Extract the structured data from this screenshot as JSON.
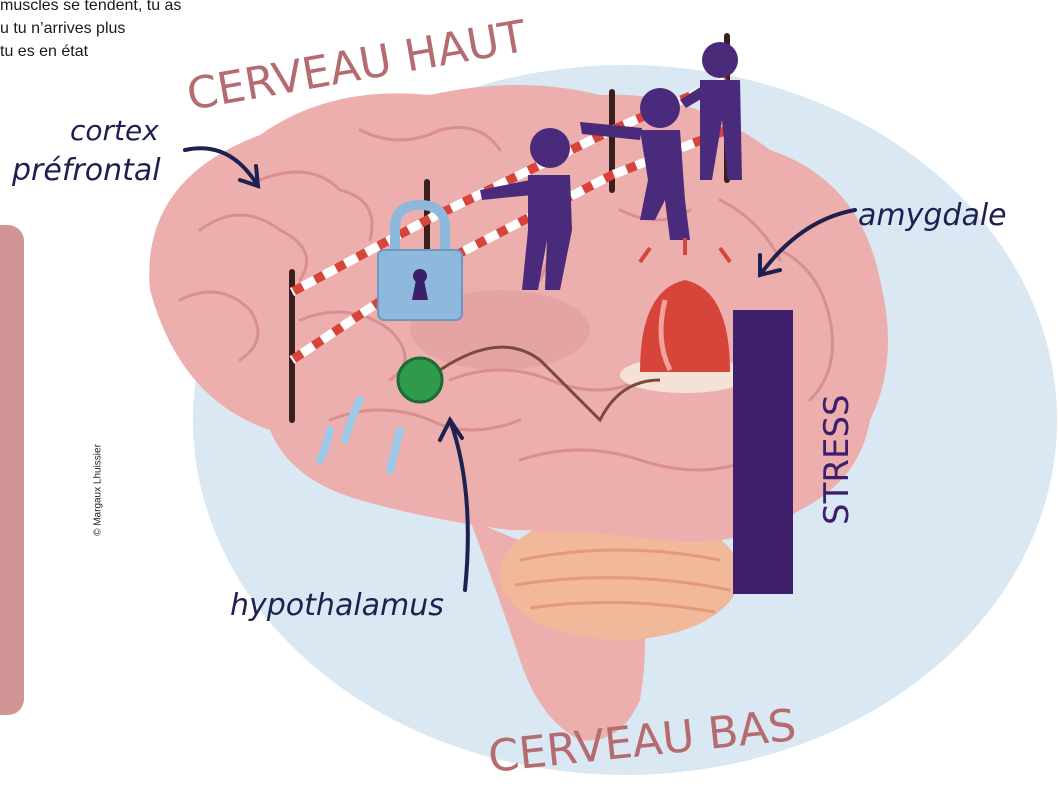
{
  "intro": {
    "lines": [
      "muscles se tendent, tu as",
      "u tu n’arrives plus",
      "tu es en état"
    ]
  },
  "credit": "© Margaux Lhuissier",
  "labels": {
    "cerveau_haut": "CERVEAU HAUT",
    "cerveau_bas": "CERVEAU BAS",
    "cortex_line1": "cortex",
    "cortex_line2": "préfrontal",
    "amygdale": "amygdale",
    "hypothalamus": "hypothalamus",
    "stress": "STRESS"
  },
  "colors": {
    "halo": "#d9e8f2",
    "brain": "#ecafae",
    "brain_shadow": "#d98f92",
    "cerebellum": "#f2b89a",
    "figures": "#4a2a7a",
    "stress_bar": "#3d1f6b",
    "alarm": "#d6443a",
    "padlock": "#8fb9dc",
    "hypothalamus": "#2e9a4a",
    "label_pink": "#b56b70",
    "label_navy": "#1e2150",
    "side_panel": "#d09594"
  },
  "icons": [
    "padlock-icon",
    "alarm-light-icon",
    "arrow-icon"
  ]
}
